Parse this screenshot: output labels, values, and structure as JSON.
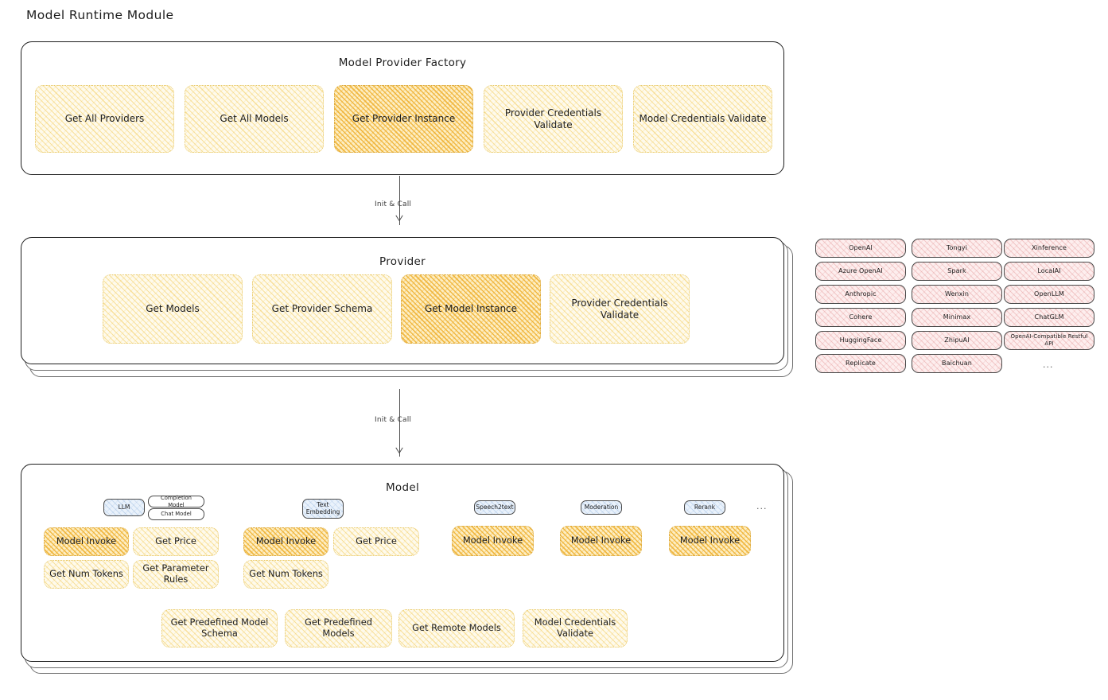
{
  "page": {
    "title": "Model Runtime Module"
  },
  "layers": {
    "factory": {
      "title": "Model Provider Factory",
      "boxes": [
        {
          "label": "Get All Providers",
          "highlight": false
        },
        {
          "label": "Get All Models",
          "highlight": false
        },
        {
          "label": "Get Provider Instance",
          "highlight": true
        },
        {
          "label": "Provider Credentials Validate",
          "highlight": false
        },
        {
          "label": "Model Credentials Validate",
          "highlight": false
        }
      ]
    },
    "provider": {
      "title": "Provider",
      "boxes": [
        {
          "label": "Get Models",
          "highlight": false
        },
        {
          "label": "Get Provider Schema",
          "highlight": false
        },
        {
          "label": "Get Model Instance",
          "highlight": true
        },
        {
          "label": "Provider Credentials Validate",
          "highlight": false
        }
      ]
    },
    "model": {
      "title": "Model",
      "model_types": [
        {
          "badge": "LLM",
          "sub_badges": [
            "Completion Model",
            "Chat Model"
          ],
          "methods": [
            "Model Invoke",
            "Get Price",
            "Get Num Tokens",
            "Get Parameter Rules"
          ],
          "highlight_method": "Model Invoke"
        },
        {
          "badge": "Text Embedding",
          "sub_badges": [],
          "methods": [
            "Model Invoke",
            "Get Price",
            "Get Num Tokens"
          ],
          "highlight_method": "Model Invoke"
        },
        {
          "badge": "Speech2text",
          "sub_badges": [],
          "methods": [
            "Model Invoke"
          ],
          "highlight_method": "Model Invoke"
        },
        {
          "badge": "Moderation",
          "sub_badges": [],
          "methods": [
            "Model Invoke"
          ],
          "highlight_method": "Model Invoke"
        },
        {
          "badge": "Rerank",
          "sub_badges": [],
          "methods": [
            "Model Invoke"
          ],
          "highlight_method": "Model Invoke"
        }
      ],
      "more_types": "...",
      "common_methods": [
        "Get Predefined Model Schema",
        "Get Predefined Models",
        "Get Remote Models",
        "Model Credentials Validate"
      ]
    }
  },
  "arrows": [
    {
      "label": "Init & Call"
    },
    {
      "label": "Init & Call"
    }
  ],
  "provider_list": {
    "columns": [
      [
        "OpenAI",
        "Azure OpenAI",
        "Anthropic",
        "Cohere",
        "HuggingFace",
        "Replicate"
      ],
      [
        "Tongyi",
        "Spark",
        "Wenxin",
        "Minimax",
        "ZhipuAI",
        "Baichuan"
      ],
      [
        "Xinference",
        "LocalAI",
        "OpenLLM",
        "ChatGLM",
        "OpenAI-Compatible Restful API"
      ]
    ],
    "more": "..."
  },
  "colors": {
    "amber_light": "#fefaec",
    "amber_strong": "#fdeec3",
    "pink": "#fdeeee",
    "blue": "#eaf2fb",
    "stroke": "#1e1e1e"
  }
}
